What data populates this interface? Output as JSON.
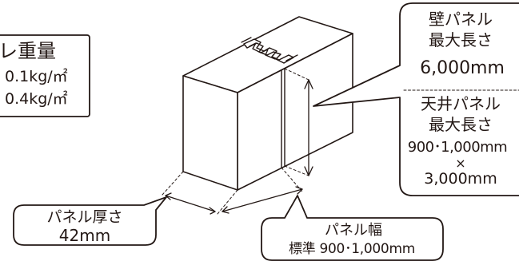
{
  "weight_box": {
    "title": "レ重量",
    "line1": "0.1kg/㎡",
    "line2": "0.4kg/㎡"
  },
  "wall_panel": {
    "line1": "壁パネル",
    "line2": "最大長さ",
    "value": "6,000mm"
  },
  "ceiling_panel": {
    "line1": "天井パネル",
    "line2": "最大長さ",
    "width": "900･1,000mm",
    "times": "×",
    "length": "3,000mm"
  },
  "thickness_box": {
    "label": "パネル厚さ",
    "value": "42mm"
  },
  "width_box": {
    "label": "パネル幅",
    "value": "標準 900･1,000mm"
  }
}
